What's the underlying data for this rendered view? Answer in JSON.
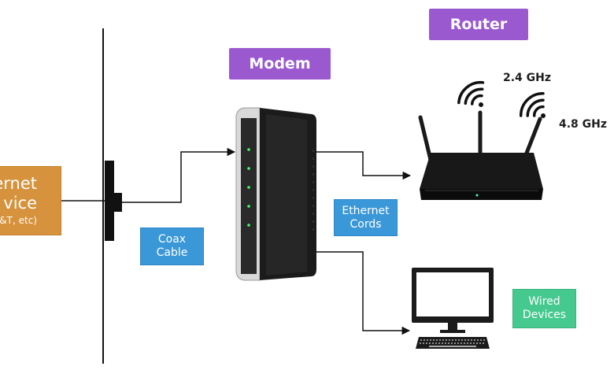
{
  "labels": {
    "router": "Router",
    "modem": "Modem",
    "coax_cable": [
      "Coax",
      "Cable"
    ],
    "ethernet_cords": [
      "Ethernet",
      "Cords"
    ],
    "wired_devices": [
      "Wired",
      "Devices"
    ],
    "internet_service": [
      "ernet",
      "vice",
      "AT&T, etc)"
    ],
    "freq_24": "2.4 GHz",
    "freq_48": "4.8 GHz"
  },
  "colors": {
    "purple": "#9b59d0",
    "blue": "#3a97d8",
    "green": "#45c98e",
    "orange": "#d6923c",
    "line": "#111111"
  },
  "icons": [
    "modem-device-icon",
    "router-device-icon",
    "wifi-signal-icon",
    "computer-monitor-icon",
    "keyboard-icon"
  ]
}
